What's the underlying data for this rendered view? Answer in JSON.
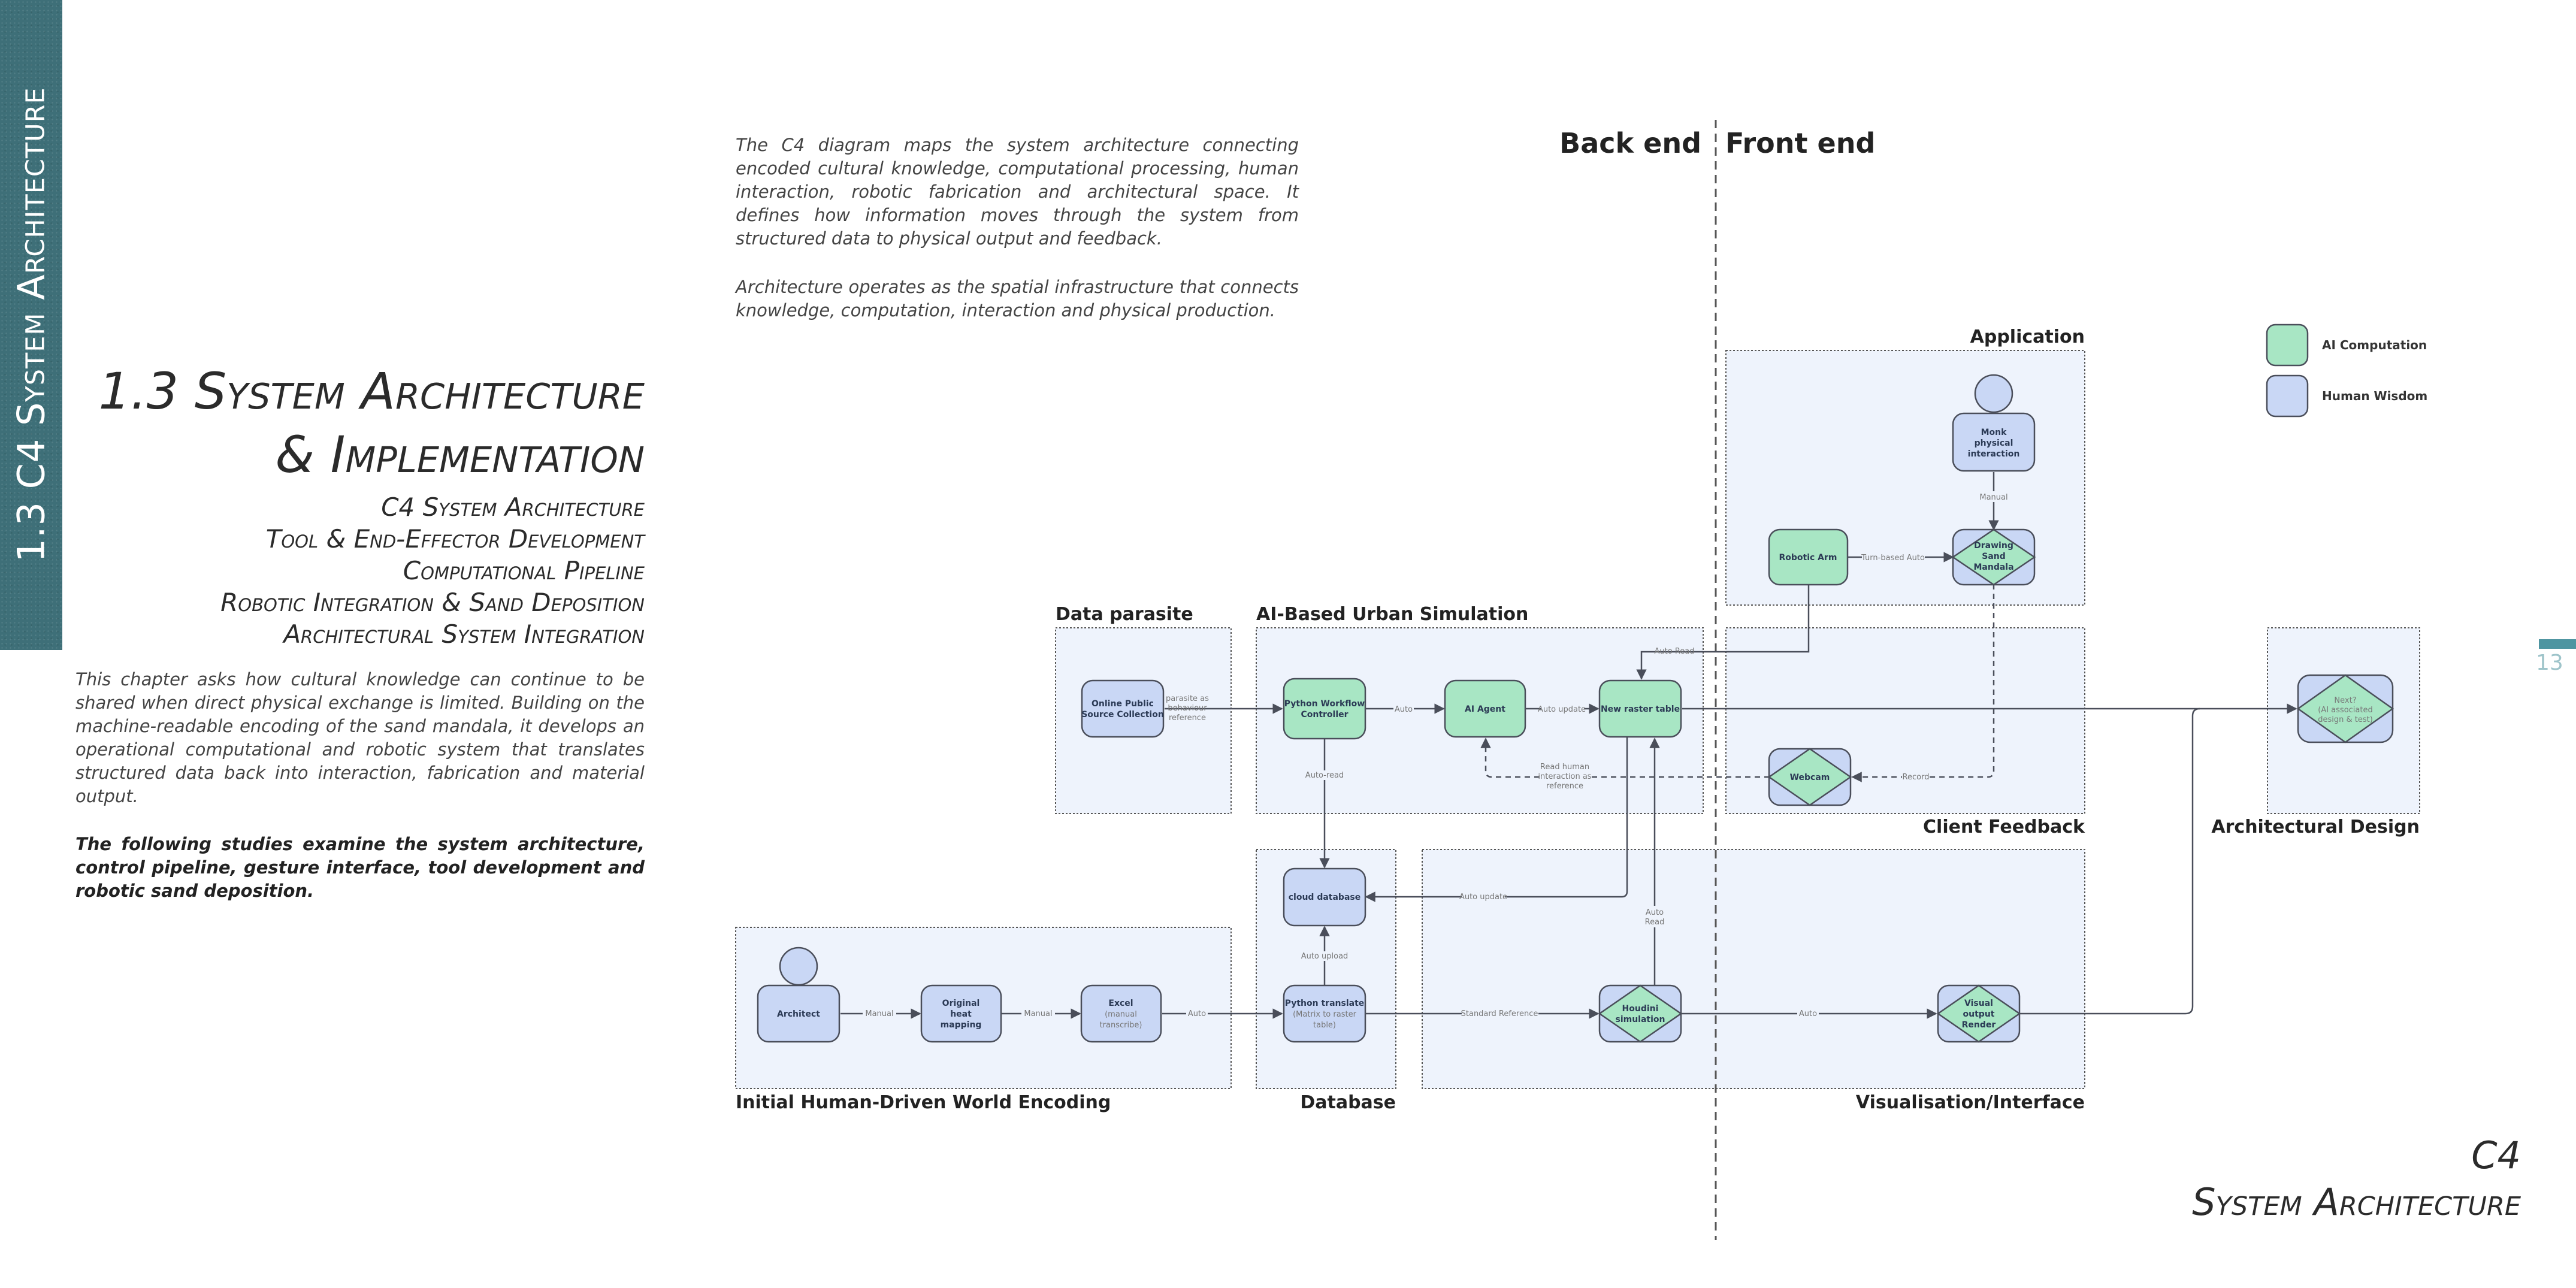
{
  "side_label": "1.3 C4 System Architecture",
  "main_title": [
    "1.3 System Architecture",
    "& Implementation"
  ],
  "subsections": [
    "C4 System Architecture",
    "Tool & End-Effector Development",
    "Computational Pipeline",
    "Robotic Integration & Sand Deposition",
    "Architectural System Integration"
  ],
  "intro_paragraph": "This chapter asks how cultural knowledge can continue to be shared when direct physical exchange is limited. Building on the machine-readable encoding of the sand mandala, it develops an operational computational and robotic system that translates structured data back into interaction, fabrication and material output.",
  "intro_bold": "The following studies examine the system architecture, control pipeline, gesture interface, tool development and robotic sand deposition.",
  "desc_paragraph_1": "The C4 diagram maps the system architecture connecting encoded cultural knowledge, computational processing, human interaction, robotic fabrication and architectural space. It defines how information moves through the system from structured data to physical output and feedback.",
  "desc_paragraph_2": "Architecture operates as the spatial infrastructure that connects knowledge, computation, interaction and physical production.",
  "chapter_title": [
    "C4",
    "System Architecture"
  ],
  "page_number": "13",
  "colors": {
    "ai": "#a8e6c4",
    "human": "#c9d7f5",
    "stroke": "#4a4e5a",
    "zone": "#eef3fc",
    "accent": "#4e95a1"
  },
  "diagram": {
    "divider_labels": {
      "left": "Back end",
      "right": "Front end"
    },
    "legend": [
      {
        "kind": "ai",
        "label": "AI Computation"
      },
      {
        "kind": "human",
        "label": "Human Wisdom"
      }
    ],
    "zones": {
      "application": "Application",
      "data_parasite": "Data parasite",
      "urban_sim": "AI-Based Urban Simulation",
      "client_feedback": "Client Feedback",
      "arch_design": "Architectural Design",
      "initial_encoding": "Initial Human-Driven World Encoding",
      "database": "Database",
      "visualisation": "Visualisation/Interface"
    },
    "nodes": {
      "monk": [
        "Monk",
        "physical",
        "interaction"
      ],
      "robotic_arm": [
        "Robotic Arm"
      ],
      "drawing_sand": [
        "Drawing",
        "Sand",
        "Mandala"
      ],
      "online_source": [
        "Online Public",
        "Source Collection"
      ],
      "python_controller": [
        "Python Workflow",
        "Controller"
      ],
      "ai_agent": [
        "AI Agent"
      ],
      "raster_table": [
        "New raster table"
      ],
      "webcam": [
        "Webcam"
      ],
      "next": [
        "Next?",
        "(AI associated",
        "design & test)"
      ],
      "cloud_db": [
        "cloud database"
      ],
      "architect": [
        "Architect"
      ],
      "heat_mapping": [
        "Original",
        "heat",
        "mapping"
      ],
      "excel": [
        "Excel",
        "(manual",
        "transcribe)"
      ],
      "python_translate": [
        "Python translate",
        "(Matrix to raster",
        "table)"
      ],
      "houdini": [
        "Houdini",
        "simulation"
      ],
      "visual_output": [
        "Visual",
        "output",
        "Render"
      ]
    },
    "edges": {
      "manual_monk": "Manual",
      "turn_based": "Turn-based Auto",
      "auto_read_top": "Auto Read",
      "parasite": [
        "parasite as",
        "behaviour",
        "reference"
      ],
      "auto_1": "Auto",
      "auto_update_1": "Auto update",
      "read_human": [
        "Read human",
        "interaction as",
        "reference"
      ],
      "record": "Record",
      "auto_read_down": "Auto-read",
      "auto_update_2": "Auto update",
      "auto_upload": "Auto upload",
      "manual_1": "Manual",
      "manual_2": "Manual",
      "auto_2": "Auto",
      "standard_ref": "Standard Reference",
      "auto_read_vis": [
        "Auto",
        "Read"
      ],
      "auto_3": "Auto"
    }
  }
}
